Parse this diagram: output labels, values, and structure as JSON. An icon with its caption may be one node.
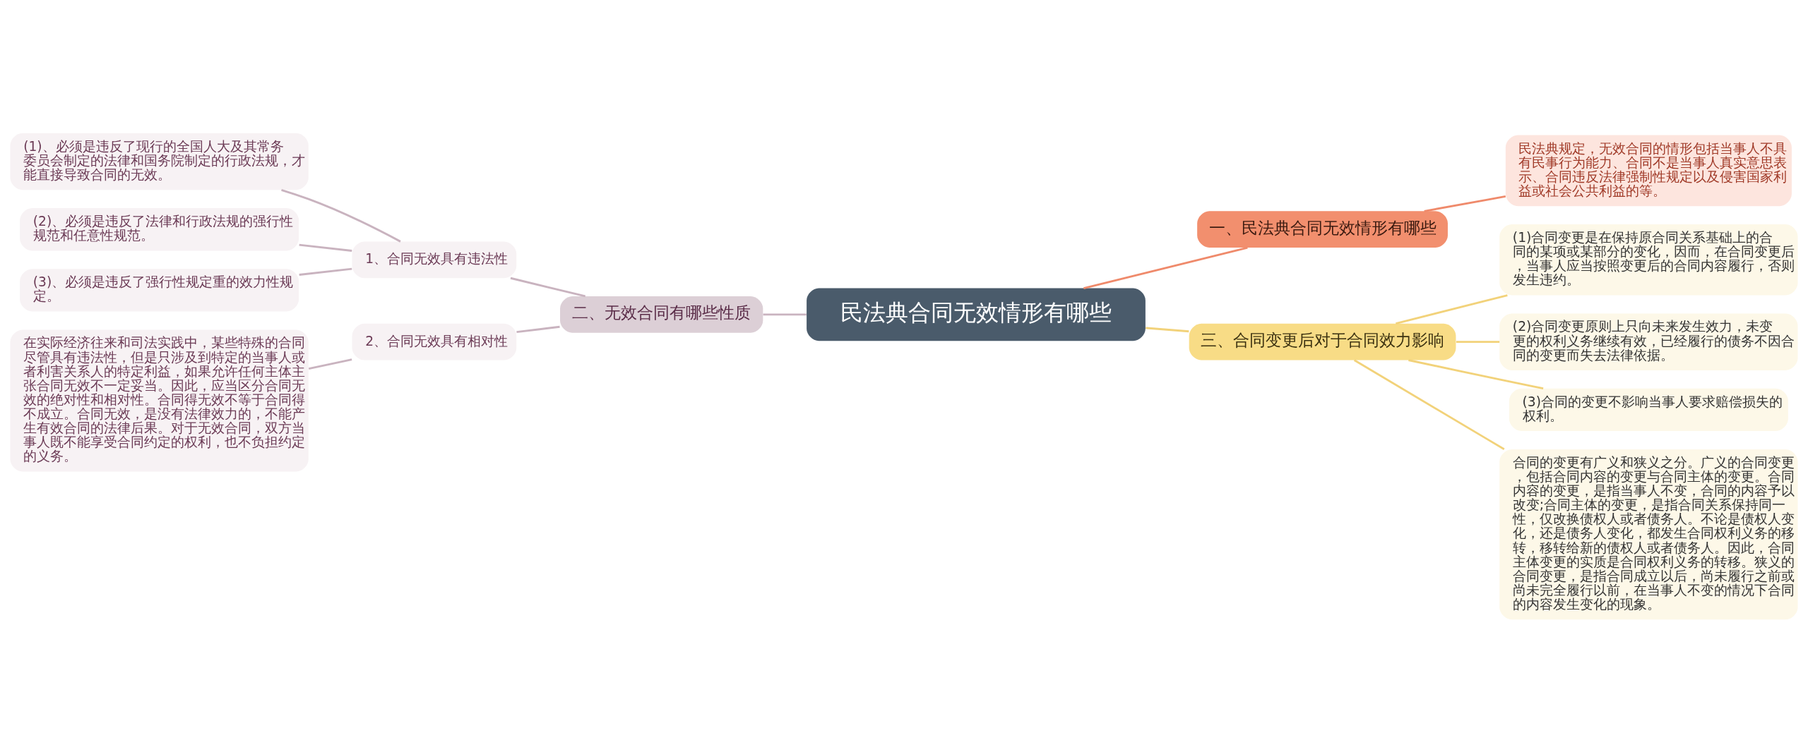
{
  "diagram": {
    "nodes": [
      {
        "text": [
          "民法典合同无效情形有哪些"
        ]
      },
      {
        "text": [
          "一、民法典合同无效情形有哪些"
        ]
      },
      {
        "text": [
          "民法典规定，无效合同的情形包括当事人不具有民事行为能力、合同不是当事人真实意思表示、合同违反法律强制性规定以及侵害国家利益或社会公共利益的等。"
        ]
      },
      {
        "text": [
          "二、无效合同有哪些性质"
        ]
      },
      {
        "text": [
          "1、合同无效具有违法性"
        ]
      },
      {
        "text": [
          "(1)、必须是违反了现行的全国人大及其常务委员会制定的法律和国务院制定的行政法规，才能直接导致合同的无效。"
        ]
      },
      {
        "text": [
          "(2)、必须是违反了法律和行政法规的强行性规范和任意性规范。"
        ]
      },
      {
        "text": [
          "(3)、必须是违反了强行性规定重的效力性规定。"
        ]
      },
      {
        "text": [
          "2、合同无效具有相对性"
        ]
      },
      {
        "text": [
          "在实际经济往来和司法实践中，某些特殊的合同尽管具有违法性，但是只涉及到特定的当事人或者利害关系人的特定利益，如果允许任何主体主张合同无效不一定妥当。因此，应当区分合同无效的绝对性和相对性。合同得无效不等于合同得不成立。合同无效，是没有法律效力的，不能产生有效合同的法律后果。对于无效合同，双方当事人既不能享受合同约定的权利，也不负担约定的义务。"
        ]
      },
      {
        "text": [
          "三、合同变更后对于合同效力影响"
        ]
      },
      {
        "text": [
          "(1)合同变更是在保持原合同关系基础上的合同的某项或某部分的变化，因而，在合同变更后，当事人应当按照变更后的合同内容履行，否则发生违约。"
        ]
      },
      {
        "text": [
          "(2)合同变更原则上只向未来发生效力，未变更的权利义务继续有效，已经履行的债务不因合同的变更而失去法律依据。"
        ]
      },
      {
        "text": [
          "(3)合同的变更不影响当事人要求赔偿损失的权利。"
        ]
      },
      {
        "text": [
          "合同的变更有广义和狭义之分。广义的合同变更，包括合同内容的变更与合同主体的变更。合同内容的变更，是指当事人不变，合同的内容予以改变;合同主体的变更，是指合同关系保持同一性，仅改换债权人或者债务人。不论是债权人变化，还是债务人变化，都发生合同权利义务的移转，移转给新的债权人或者债务人。因此，合同主体变更的实质是合同权利义务的转移。狭义的合同变更，是指合同成立以后，尚未履行之前或尚未完全履行以前，在当事人不变的情况下合同的内容发生变化的现象。"
        ]
      }
    ],
    "edges": [
      {
        "from": 0,
        "to": 1,
        "arrow": "none",
        "color": "#ef8a6b"
      },
      {
        "from": 1,
        "to": 2,
        "arrow": "none",
        "color": "#ef8a6b"
      },
      {
        "from": 0,
        "to": 3,
        "arrow": "none"
      },
      {
        "from": 3,
        "to": 4,
        "arrow": "none"
      },
      {
        "from": 4,
        "to": 5,
        "arrow": "none"
      },
      {
        "from": 4,
        "to": 6,
        "arrow": "none"
      },
      {
        "from": 4,
        "to": 7,
        "arrow": "none"
      },
      {
        "from": 3,
        "to": 8,
        "arrow": "none"
      },
      {
        "from": 8,
        "to": 9,
        "arrow": "none"
      },
      {
        "from": 0,
        "to": 10,
        "arrow": "none",
        "color": "#f2d27a"
      },
      {
        "from": 10,
        "to": 11,
        "arrow": "none",
        "color": "#f2d27a"
      },
      {
        "from": 10,
        "to": 12,
        "arrow": "none",
        "color": "#f2d27a"
      },
      {
        "from": 10,
        "to": 13,
        "arrow": "none",
        "color": "#f2d27a"
      },
      {
        "from": 10,
        "to": 14,
        "arrow": "none",
        "color": "#f2d27a"
      }
    ]
  }
}
